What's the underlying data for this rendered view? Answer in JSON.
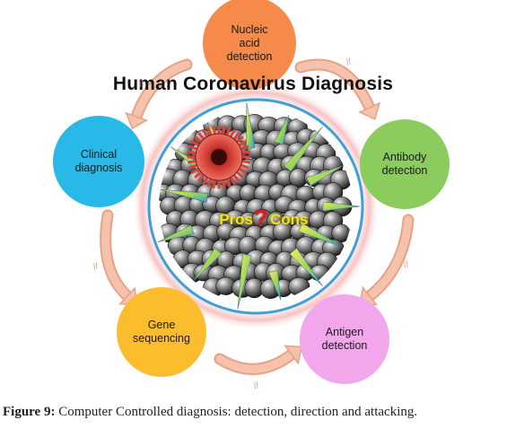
{
  "title": "Human Coronavirus Diagnosis",
  "nodes": [
    {
      "id": "nucleic",
      "label": "Nucleic\nacid\ndetection",
      "color": "#f58a4b"
    },
    {
      "id": "antibody",
      "label": "Antibody\ndetection",
      "color": "#8ccb5e"
    },
    {
      "id": "antigen",
      "label": "Antigen\ndetection",
      "color": "#f2a7ec"
    },
    {
      "id": "gene",
      "label": "Gene\nsequencing",
      "color": "#fbbd2e"
    },
    {
      "id": "clinical",
      "label": "Clinical\ndiagnosis",
      "color": "#29b9e8"
    }
  ],
  "center": {
    "pros": "Pros",
    "question": "?",
    "cons": "Cons"
  },
  "caption": {
    "label": "Figure 9:",
    "text": " Computer Controlled diagnosis: detection, direction and attacking."
  },
  "colors": {
    "arrow": "#f4c2ad",
    "arrow_stroke": "#e9a184",
    "ring": "#3fa0d8",
    "halo": "#f6b8b8",
    "virus": "#d9443a"
  }
}
